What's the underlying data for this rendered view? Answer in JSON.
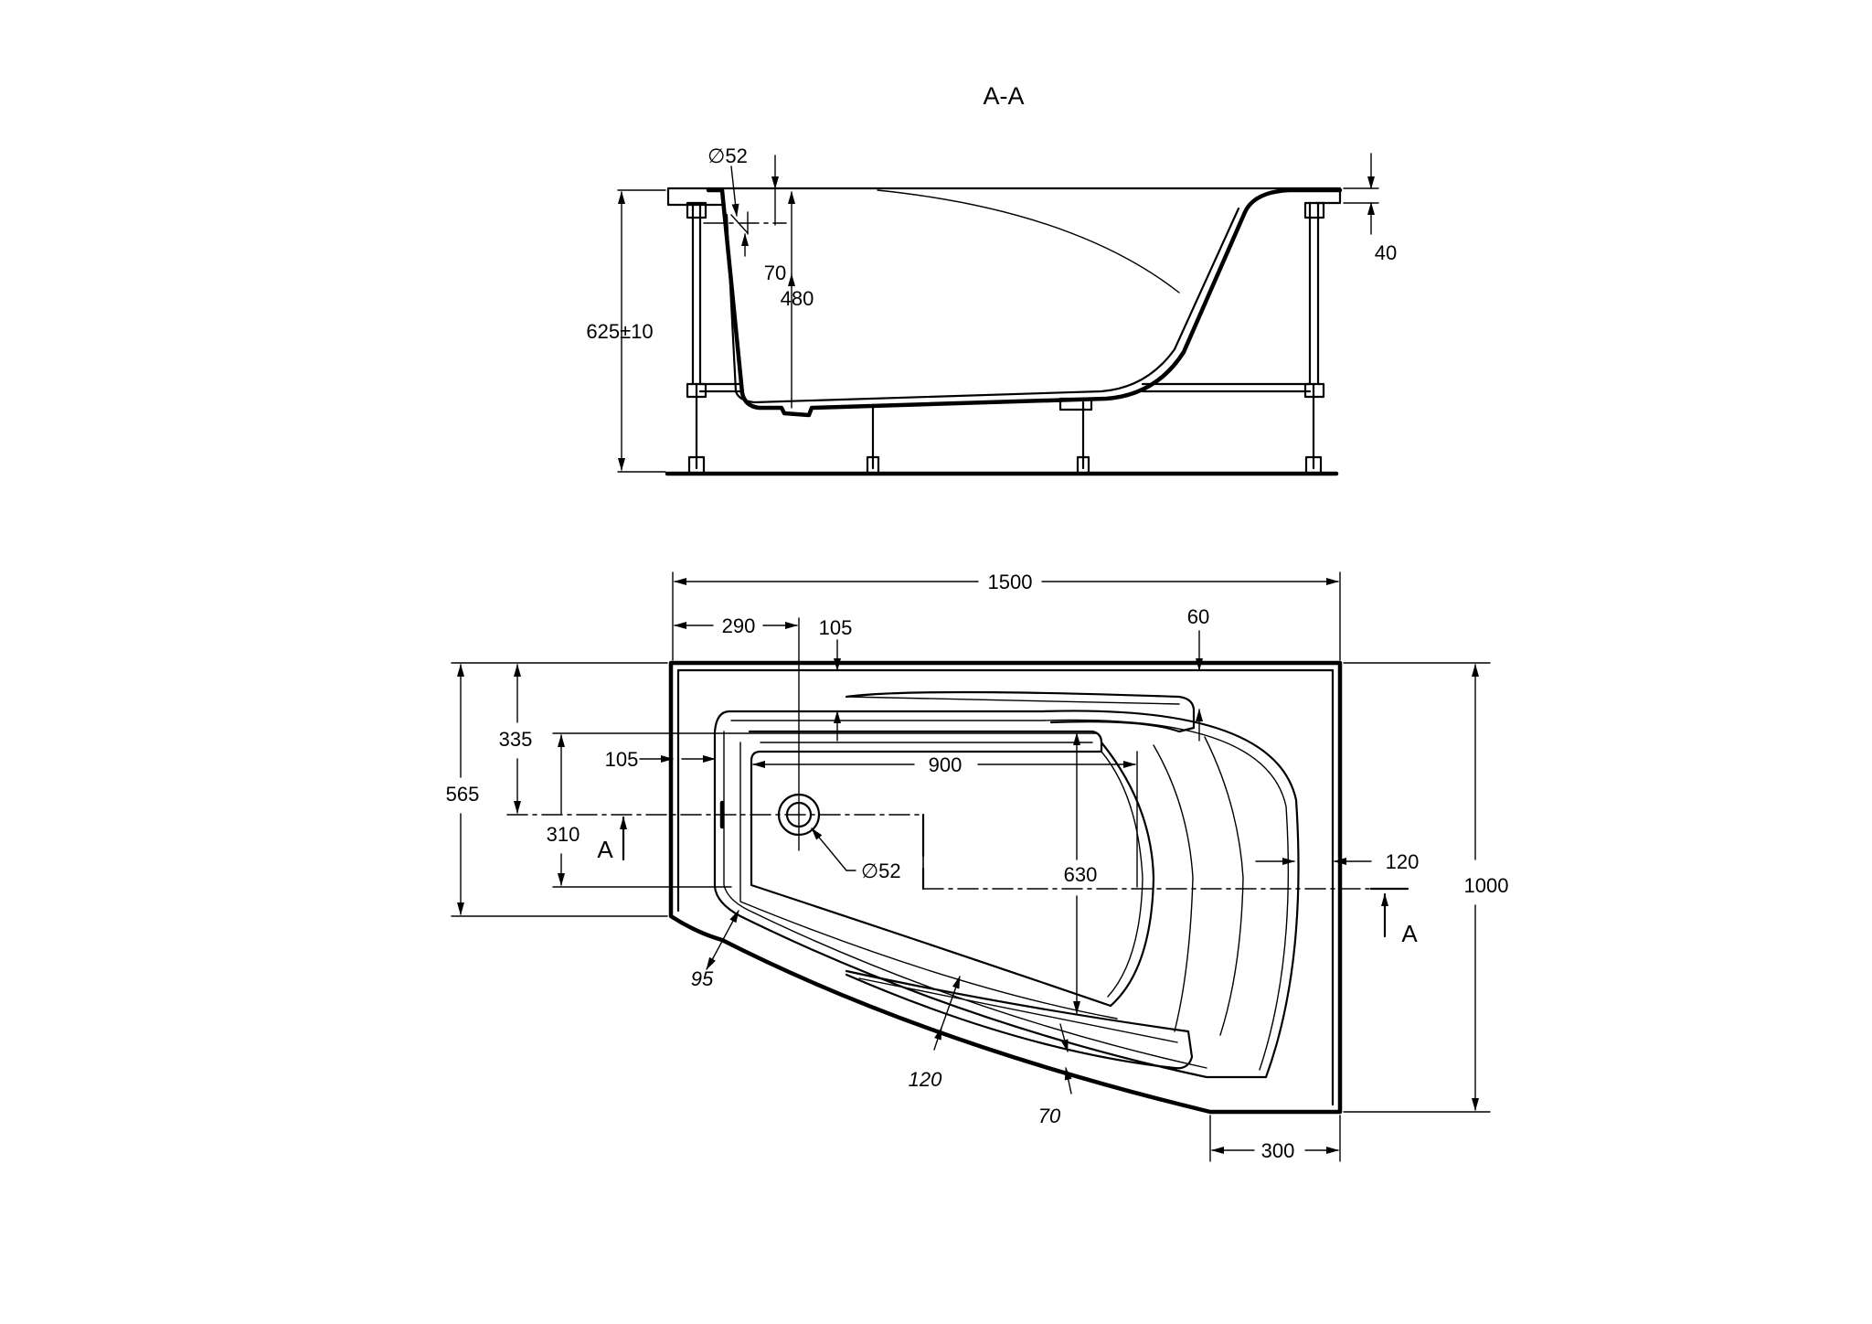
{
  "section_title": "A-A",
  "section_view": {
    "dims": {
      "drain_diameter": "∅52",
      "overflow_offset": "70",
      "inner_depth": "480",
      "total_height": "625±10",
      "rim_thickness": "40"
    }
  },
  "plan_view": {
    "dims": {
      "total_length": "1500",
      "drain_x": "290",
      "edge_top": "105",
      "step_offset": "60",
      "drain_y": "335",
      "left_height": "565",
      "edge_left": "105",
      "basin_length": "900",
      "basin_depth": "630",
      "drain_diameter": "∅52",
      "basin_width": "310",
      "right_edge": "120",
      "total_width": "1000",
      "corner_edge": "95",
      "front_edge": "120",
      "front_step": "70",
      "corner_width": "300"
    },
    "section_marker_left": "A",
    "section_marker_right": "A"
  }
}
